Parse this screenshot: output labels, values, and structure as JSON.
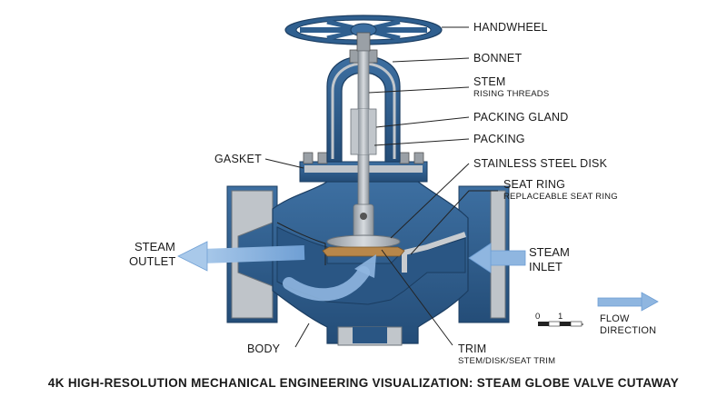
{
  "labels": {
    "handwheel": "HANDWHEEL",
    "bonnet": "BONNET",
    "stem": "STEM",
    "stem_sub": "RISING THREADS",
    "packing_gland": "PACKING GLAND",
    "packing": "PACKING",
    "disk": "STAINLESS STEEL DISK",
    "seat_ring": "SEAT RING",
    "seat_ring_sub": "REPLACEABLE SEAT RING",
    "gasket": "GASKET",
    "body": "BODY",
    "trim": "TRIM",
    "trim_sub": "STEM/DISK/SEAT TRIM",
    "steam_outlet_1": "STEAM",
    "steam_outlet_2": "OUTLET",
    "steam_inlet_1": "STEAM",
    "steam_inlet_2": "INLET",
    "flow_1": "FLOW",
    "flow_2": "DIRECTION",
    "scale_0": "0",
    "scale_1": "1"
  },
  "caption": "4K HIGH-RESOLUTION MECHANICAL ENGINEERING VISUALIZATION: STEAM GLOBE VALVE CUTAWAY",
  "colors": {
    "body_blue": "#2f5f8f",
    "body_dark": "#1f4670",
    "cut_steel": "#b9bec4",
    "flow_arrow": "#8fb6e0",
    "seat_bronze": "#b8874a"
  }
}
